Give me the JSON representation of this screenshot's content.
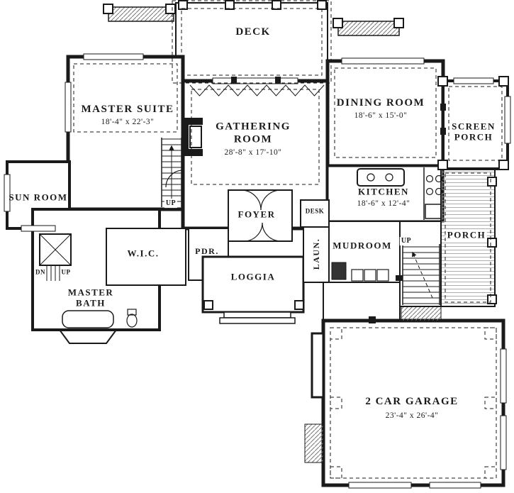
{
  "rooms": {
    "deck": {
      "label": "DECK"
    },
    "master_suite": {
      "label": "MASTER SUITE",
      "dims": "18'-4\" x 22'-3\""
    },
    "gathering": {
      "label": "GATHERING ROOM",
      "dims": "28'-8\" x 17'-10\""
    },
    "dining": {
      "label": "DINING ROOM",
      "dims": "18'-6\" x 15'-0\""
    },
    "screen_porch": {
      "label": "SCREEN PORCH"
    },
    "sun_room": {
      "label": "SUN ROOM"
    },
    "kitchen": {
      "label": "KITCHEN",
      "dims": "18'-6\" x 12'-4\""
    },
    "porch": {
      "label": "PORCH"
    },
    "foyer": {
      "label": "FOYER"
    },
    "desk": {
      "label": "DESK"
    },
    "wic": {
      "label": "W.I.C."
    },
    "pdr": {
      "label": "PDR."
    },
    "laundry": {
      "label": "LAUN."
    },
    "mudroom": {
      "label": "MUDROOM"
    },
    "loggia": {
      "label": "LOGGIA"
    },
    "master_bath": {
      "label": "MASTER BATH"
    },
    "garage": {
      "label": "2 CAR GARAGE",
      "dims": "23'-4\" x 26'-4\""
    }
  },
  "stairs": {
    "up": "UP",
    "down": "DN"
  },
  "colors": {
    "ink": "#1a1a1a",
    "paper": "#ffffff",
    "hatch": "#777777"
  }
}
